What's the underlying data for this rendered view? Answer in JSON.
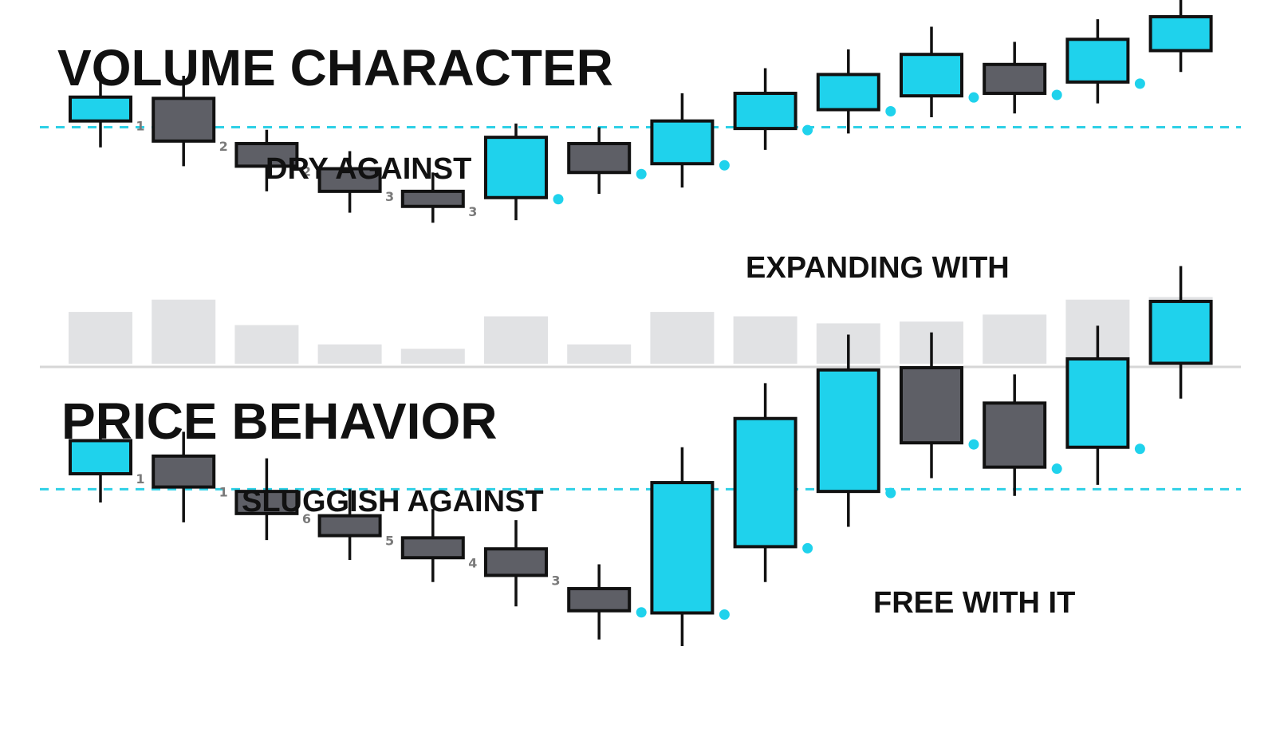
{
  "colors": {
    "up": "#1fd2ec",
    "down": "#5e5f66",
    "outline": "#111111",
    "volume": "#e1e2e4",
    "reference_line": "#2ed0e6",
    "divider": "#d6d6d6"
  },
  "chart_data": [
    {
      "type": "candlestick",
      "title": "VOLUME CHARACTER",
      "annotations": [
        "DRY AGAINST",
        "EXPANDING WITH"
      ],
      "ylim": [
        0,
        100
      ],
      "reference_line": 63,
      "volume_ylim": [
        0,
        100
      ],
      "candles": [
        {
          "open": 65.5,
          "close": 75.0,
          "high": 85.0,
          "low": 55.0,
          "color": "up",
          "count": "1",
          "volume": 59
        },
        {
          "open": 74.5,
          "close": 57.5,
          "high": 83.5,
          "low": 47.5,
          "color": "down",
          "count": "2",
          "volume": 73
        },
        {
          "open": 56.5,
          "close": 47.5,
          "high": 62.0,
          "low": 37.5,
          "color": "down",
          "count": "2",
          "volume": 44
        },
        {
          "open": 46.5,
          "close": 37.5,
          "high": 53.5,
          "low": 29.0,
          "color": "down",
          "count": "3",
          "volume": 22
        },
        {
          "open": 37.5,
          "close": 31.5,
          "high": 45.0,
          "low": 25.0,
          "color": "down",
          "count": "3",
          "volume": 17
        },
        {
          "open": 35.0,
          "close": 59.0,
          "high": 64.5,
          "low": 26.0,
          "color": "up",
          "dot": true,
          "volume": 54
        },
        {
          "open": 56.5,
          "close": 45.0,
          "high": 63.0,
          "low": 36.5,
          "color": "down",
          "dot": true,
          "volume": 22
        },
        {
          "open": 48.5,
          "close": 65.5,
          "high": 76.5,
          "low": 39.0,
          "color": "up",
          "dot": true,
          "volume": 59
        },
        {
          "open": 62.5,
          "close": 76.5,
          "high": 86.5,
          "low": 54.0,
          "color": "up",
          "dot": true,
          "volume": 54
        },
        {
          "open": 70.0,
          "close": 84.0,
          "high": 94.0,
          "low": 60.5,
          "color": "up",
          "dot": true,
          "volume": 46
        },
        {
          "open": 75.5,
          "close": 92.0,
          "high": 103.0,
          "low": 67.0,
          "color": "up",
          "dot": true,
          "volume": 48
        },
        {
          "open": 88.0,
          "close": 76.5,
          "high": 97.0,
          "low": 68.5,
          "color": "down",
          "dot": true,
          "volume": 56
        },
        {
          "open": 81.0,
          "close": 98.0,
          "high": 106.0,
          "low": 72.5,
          "color": "up",
          "dot": true,
          "volume": 73
        },
        {
          "open": 93.5,
          "close": 107.0,
          "high": 115.5,
          "low": 85.0,
          "color": "up",
          "volume": 76
        }
      ]
    },
    {
      "type": "candlestick",
      "title": "PRICE BEHAVIOR",
      "annotations": [
        "SLUGGISH AGAINST",
        "FREE WITH IT"
      ],
      "ylim": [
        0,
        100
      ],
      "reference_line": 53,
      "candles": [
        {
          "open": 56.5,
          "close": 64.0,
          "high": 70.5,
          "low": 50.0,
          "color": "up",
          "count": "1"
        },
        {
          "open": 60.5,
          "close": 53.5,
          "high": 66.0,
          "low": 45.5,
          "color": "down",
          "count": "1"
        },
        {
          "open": 52.5,
          "close": 47.5,
          "high": 60.0,
          "low": 41.5,
          "color": "down",
          "count": "6"
        },
        {
          "open": 47.0,
          "close": 42.5,
          "high": 53.0,
          "low": 37.0,
          "color": "down",
          "count": "5"
        },
        {
          "open": 42.0,
          "close": 37.5,
          "high": 48.5,
          "low": 32.0,
          "color": "down",
          "count": "4"
        },
        {
          "open": 39.5,
          "close": 33.5,
          "high": 46.0,
          "low": 26.5,
          "color": "down",
          "count": "3"
        },
        {
          "open": 30.5,
          "close": 25.5,
          "high": 36.0,
          "low": 19.0,
          "color": "down",
          "dot": true
        },
        {
          "open": 25.0,
          "close": 54.5,
          "high": 62.5,
          "low": 17.5,
          "color": "up",
          "dot": true
        },
        {
          "open": 40.0,
          "close": 69.0,
          "high": 77.0,
          "low": 32.0,
          "color": "up",
          "dot": true
        },
        {
          "open": 52.5,
          "close": 80.0,
          "high": 88.0,
          "low": 44.5,
          "color": "up",
          "dot": true
        },
        {
          "open": 80.5,
          "close": 63.5,
          "high": 88.5,
          "low": 55.5,
          "color": "down",
          "dot": true
        },
        {
          "open": 72.5,
          "close": 58.0,
          "high": 79.0,
          "low": 51.5,
          "color": "down",
          "dot": true
        },
        {
          "open": 62.5,
          "close": 82.5,
          "high": 90.0,
          "low": 54.0,
          "color": "up",
          "dot": true
        },
        {
          "open": 81.5,
          "close": 95.5,
          "high": 103.5,
          "low": 73.5,
          "color": "up"
        }
      ]
    }
  ]
}
